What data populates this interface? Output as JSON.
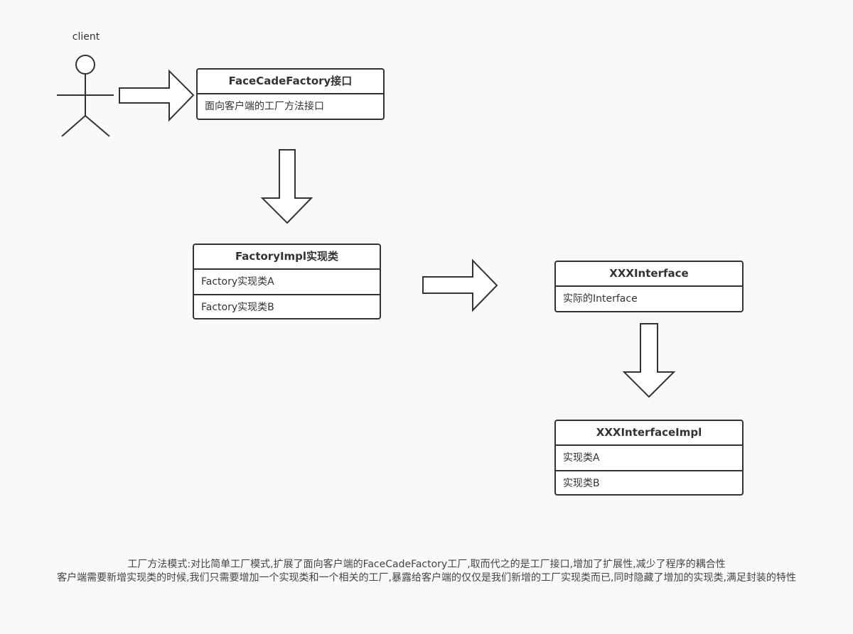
{
  "actor": {
    "label": "client"
  },
  "classes": {
    "facade": {
      "title": "FaceCadeFactory接口",
      "rows": [
        "面向客户端的工厂方法接口"
      ]
    },
    "factory_impl": {
      "title": "FactoryImpl实现类",
      "rows": [
        "Factory实现类A",
        "Factory实现类B"
      ]
    },
    "xxx_interface": {
      "title": "XXXInterface",
      "rows": [
        "实际的Interface"
      ]
    },
    "xxx_impl": {
      "title": "XXXInterfaceImpl",
      "rows": [
        "实现类A",
        "实现类B"
      ]
    }
  },
  "caption": {
    "line1": "工厂方法模式:对比简单工厂模式,扩展了面向客户端的FaceCadeFactory工厂,取而代之的是工厂接口,增加了扩展性,减少了程序的耦合性",
    "line2": "客户端需要新增实现类的时候,我们只需要增加一个实现类和一个相关的工厂,暴露给客户端的仅仅是我们新增的工厂实现类而已,同时隐藏了增加的实现类,满足封装的特性"
  }
}
